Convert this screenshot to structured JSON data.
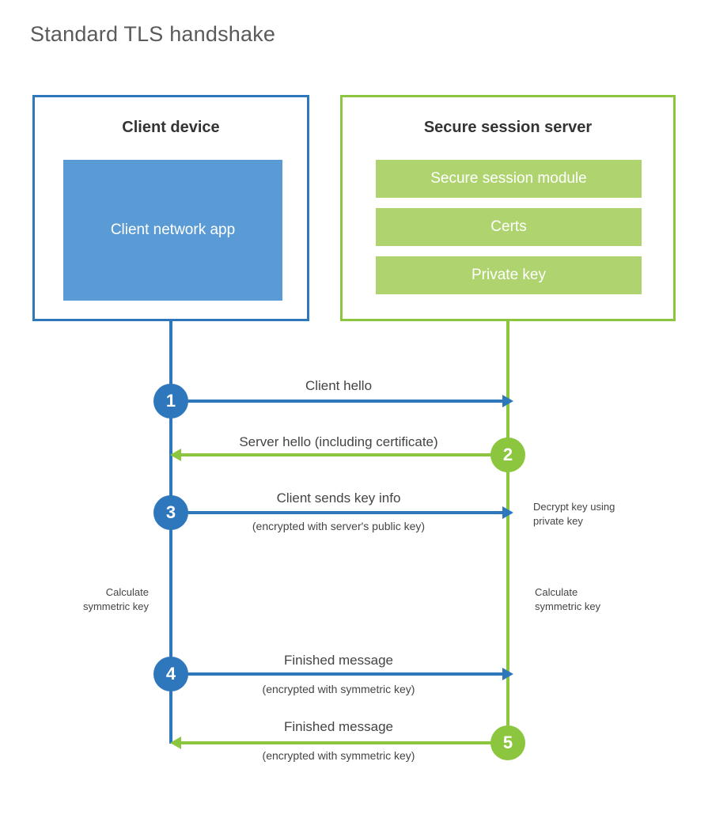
{
  "title": "Standard TLS handshake",
  "colors": {
    "client_accent": "#2E77BC",
    "client_fill": "#5B9BD5",
    "server_accent": "#8CC63F",
    "server_fill": "#AFD46F",
    "text": "#444444",
    "title_text": "#5A5A5A",
    "background": "#FFFFFF"
  },
  "client": {
    "title": "Client device",
    "app_label": "Client network app"
  },
  "server": {
    "title": "Secure session server",
    "modules": [
      {
        "label": "Secure session module"
      },
      {
        "label": "Certs"
      },
      {
        "label": "Private key"
      }
    ]
  },
  "steps": [
    {
      "number": "1",
      "direction": "client-to-server",
      "label": "Client hello",
      "sublabel": ""
    },
    {
      "number": "2",
      "direction": "server-to-client",
      "label": "Server hello (including certificate)",
      "sublabel": ""
    },
    {
      "number": "3",
      "direction": "client-to-server",
      "label": "Client sends key info",
      "sublabel": "(encrypted with server's public key)"
    },
    {
      "number": "4",
      "direction": "client-to-server",
      "label": "Finished message",
      "sublabel": "(encrypted with symmetric key)"
    },
    {
      "number": "5",
      "direction": "server-to-client",
      "label": "Finished message",
      "sublabel": "(encrypted with symmetric key)"
    }
  ],
  "notes": {
    "decrypt_key": "Decrypt key using\nprivate key",
    "client_calculate": "Calculate\nsymmetric key",
    "server_calculate": "Calculate\nsymmetric key"
  }
}
